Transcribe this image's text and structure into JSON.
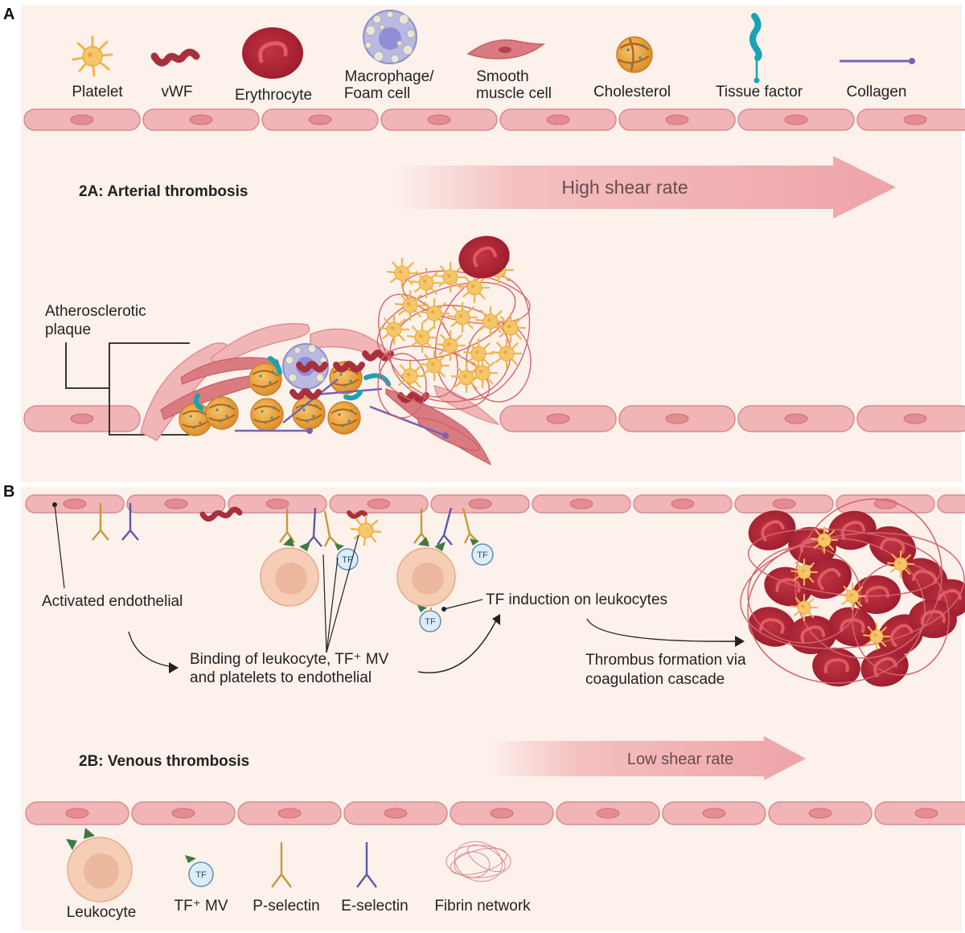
{
  "panel_a": {
    "letter": "A",
    "title": "2A: Arterial thrombosis",
    "shear": "High shear rate",
    "plaque_label": [
      "Atherosclerotic",
      "plaque"
    ]
  },
  "legend_top": [
    {
      "icon": "platelet-icon",
      "lines": [
        "Platelet"
      ]
    },
    {
      "icon": "vwf-icon",
      "lines": [
        "vWF"
      ]
    },
    {
      "icon": "erythrocyte-icon",
      "lines": [
        "Erythrocyte"
      ]
    },
    {
      "icon": "macrophage-foam-cell-icon",
      "lines": [
        "Macrophage/",
        "Foam cell"
      ]
    },
    {
      "icon": "smooth-muscle-cell-icon",
      "lines": [
        "Smooth",
        "muscle cell"
      ]
    },
    {
      "icon": "cholesterol-icon",
      "lines": [
        "Cholesterol"
      ]
    },
    {
      "icon": "tissue-factor-icon",
      "lines": [
        "Tissue factor"
      ]
    },
    {
      "icon": "collagen-icon",
      "lines": [
        "Collagen"
      ]
    }
  ],
  "panel_b": {
    "letter": "B",
    "title": "2B: Venous thrombosis",
    "shear": "Low shear rate",
    "activated": "Activated endothelial",
    "binding": [
      "Binding of leukocyte, TF⁺ MV",
      "and platelets to endothelial"
    ],
    "tf_induction": "TF induction on leukocytes",
    "thrombus": [
      "Thrombus formation via",
      "coagulation cascade"
    ],
    "tf_tag": "TF"
  },
  "legend_bottom": [
    {
      "icon": "leukocyte-icon",
      "label": "Leukocyte"
    },
    {
      "icon": "tf-mv-icon",
      "label": "TF⁺ MV"
    },
    {
      "icon": "p-selectin-icon",
      "label": "P-selectin"
    },
    {
      "icon": "e-selectin-icon",
      "label": "E-selectin"
    },
    {
      "icon": "fibrin-network-icon",
      "label": "Fibrin network"
    }
  ],
  "colors": {
    "background": "#fdf1ec",
    "endothelium": "#f1b5b7",
    "endothelium_nucleus": "#e48c92",
    "platelet": "#f6c66b",
    "erythrocyte": "#b8283a",
    "vwf": "#a7303c",
    "cholesterol": "#eaa43a",
    "tissue_factor": "#1aa3b3",
    "collagen": "#7763b3",
    "p_selectin": "#c59a36",
    "e_selectin": "#5a5aa8",
    "leukocyte": "#f6cdb5",
    "fibrin": "#d3646c",
    "tf_mv": "#dcedf8"
  }
}
